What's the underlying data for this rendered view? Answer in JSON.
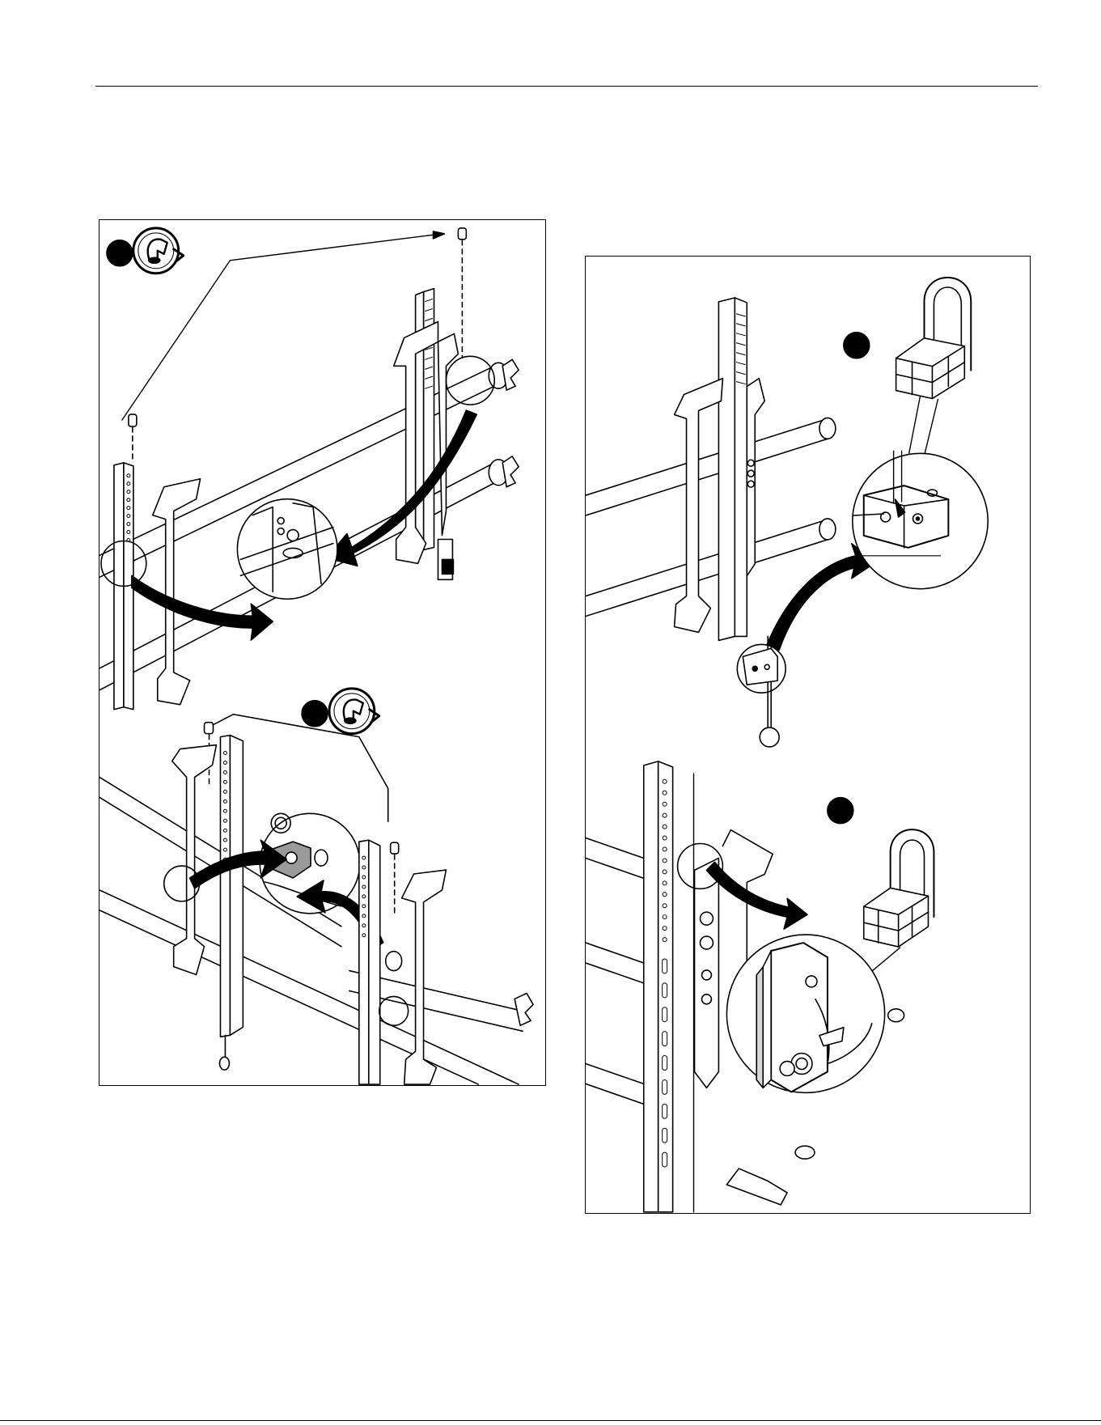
{
  "page": {
    "background": "#ffffff",
    "ink": "#000000",
    "gray_fill": "#9a9a9a",
    "light_gray": "#d8d8d8"
  },
  "figures": {
    "left_panel": {
      "step_markers": [
        "filled-circle",
        "filled-circle"
      ],
      "icons": [
        "hex-key-rotate-icon",
        "hex-key-rotate-icon"
      ]
    },
    "right_panel": {
      "step_markers": [
        "filled-circle",
        "filled-circle"
      ],
      "icons": [
        "security-key-icon",
        "security-key-icon"
      ]
    }
  }
}
